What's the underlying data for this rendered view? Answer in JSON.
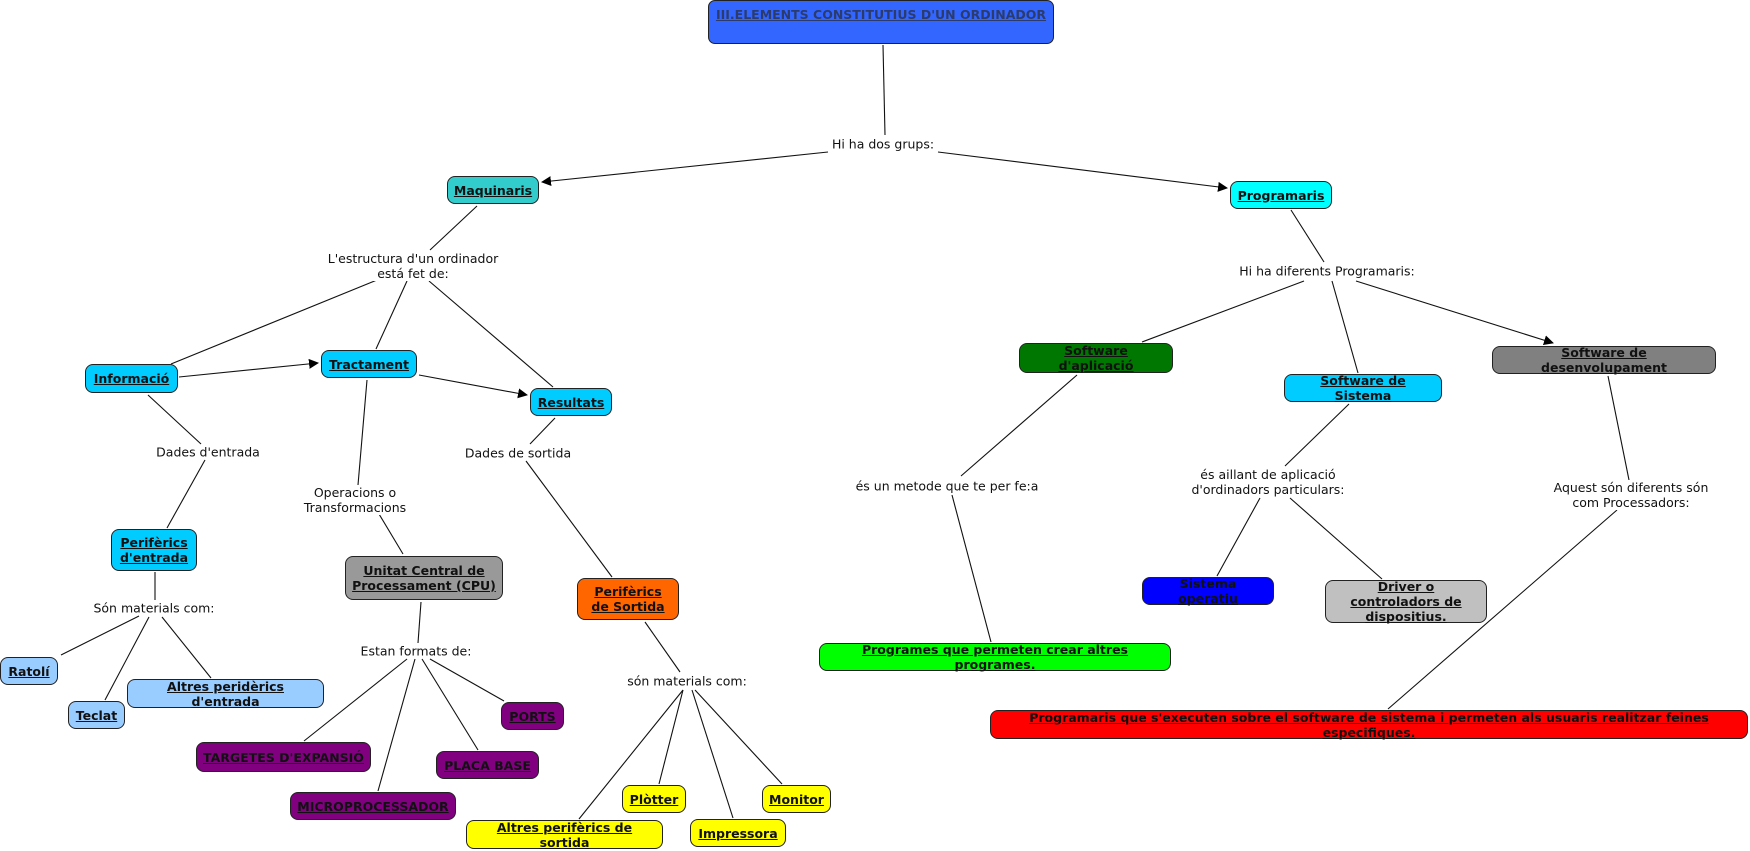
{
  "title": "III.ELEMENTS CONSTITUTIUS D'UN ORDINADOR",
  "colors": {
    "title": "#3366ff",
    "maquinaris": "#33cccc",
    "programaris": "#00ffff",
    "cyan_nodes": "#00ccff",
    "light_blue_nodes": "#99ccff",
    "cpu": "#999999",
    "output_peripherals": "#ff6600",
    "purple_nodes": "#800080",
    "yellow_nodes": "#ffff00",
    "software_aplicacio": "#007700",
    "software_desenvolupament": "#808080",
    "sistema_operatiu": "#0000ff",
    "driver": "#c0c0c0",
    "programes_green": "#00ff00",
    "programaris_red": "#ff0000"
  },
  "nodes": {
    "title": "III.ELEMENTS CONSTITUTIUS D'UN ORDINADOR",
    "maquinaris": "Maquinaris",
    "programaris": "Programaris",
    "informacio": "Informació",
    "tractament": "Tractament",
    "resultats": "Resultats",
    "perif_entrada": "Perifèrics d'entrada",
    "cpu": "Unitat Central de Processament (CPU)",
    "perif_sortida": "Perifèrics de Sortida",
    "ratoli": "Ratolí",
    "teclat": "Teclat",
    "altres_entrada": "Altres peridèrics d'entrada",
    "ports": "PORTS",
    "targetes": "TARGETES D'EXPANSIÓ",
    "placa_base": "PLACA BASE",
    "microprocessador": "MICROPROCESSADOR",
    "plotter": "Plòtter",
    "monitor": "Monitor",
    "altres_sortida": "Altres perifèrics de sortida",
    "impressora": "Impressora",
    "sw_aplicacio": "Software d'aplicació",
    "sw_sistema": "Software de Sistema",
    "sw_desenvolupament": "Software de desenvolupament",
    "sistema_operatiu": "Sistema operatiu",
    "driver": "Driver o controladors de dispositius.",
    "programes": "Programes que permeten crear altres programes.",
    "programaris_red": "Programaris que s'executen sobre el software de sistema i permeten als usuaris realitzar feines especifiques."
  },
  "links": {
    "dos_grups": "Hi ha dos grups:",
    "estructura": "L'estructura d'un ordinador\nestá fet de:",
    "dades_entrada": "Dades d'entrada",
    "dades_sortida": "Dades de sortida",
    "operacions": "Operacions o\nTransformacions",
    "son_materials": "Són materials com:",
    "estan_formats": "Estan formats de:",
    "son_materials_sortida": "són materials com:",
    "diferents_programaris": "Hi ha diferents Programaris:",
    "metode": "és un metode que te per fe:a",
    "aillant": "és aillant de aplicació\nd'ordinadors particulars:",
    "aquest": "Aquest són diferents són\ncom Processadors:"
  }
}
